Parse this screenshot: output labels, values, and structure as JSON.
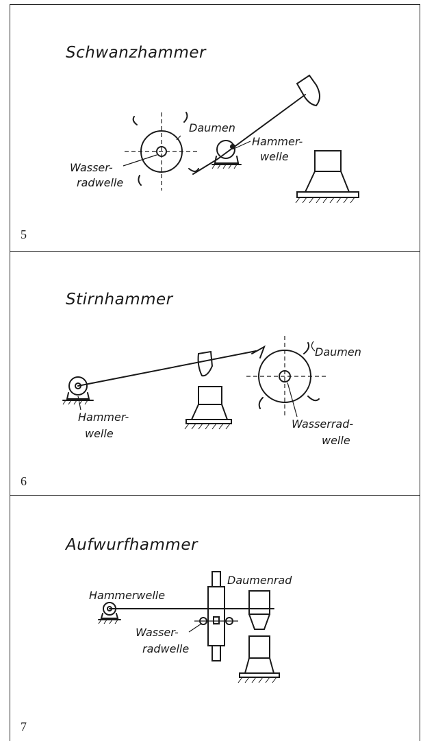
{
  "figures": [
    {
      "number": "5",
      "title": "Schwanzhammer",
      "labels": {
        "cam": "Daumen",
        "hammer_shaft_1": "Hammer-",
        "hammer_shaft_2": "welle",
        "waterwheel_shaft_1": "Wasser-",
        "waterwheel_shaft_2": "radwelle"
      }
    },
    {
      "number": "6",
      "title": "Stirnhammer",
      "labels": {
        "cam": "Daumen",
        "hammer_shaft_1": "Hammer-",
        "hammer_shaft_2": "welle",
        "waterwheel_shaft_1": "Wasserrad-",
        "waterwheel_shaft_2": "welle"
      }
    },
    {
      "number": "7",
      "title": "Aufwurfhammer",
      "labels": {
        "cam_wheel": "Daumenrad",
        "hammer_shaft": "Hammerwelle",
        "waterwheel_shaft_1": "Wasser-",
        "waterwheel_shaft_2": "radwelle"
      }
    }
  ]
}
